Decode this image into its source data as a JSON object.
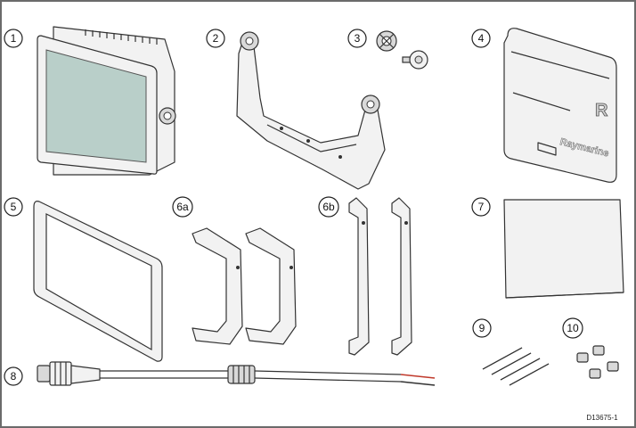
{
  "diagram": {
    "border_color": "#6b6b6b",
    "screen_color": "#b9cfc9",
    "wire_red": "#c0392b",
    "callouts": [
      "1",
      "2",
      "3",
      "4",
      "5",
      "6a",
      "6b",
      "7",
      "8",
      "9",
      "10"
    ],
    "cover_logo_letter": "R",
    "cover_brand_text": "Raymarine",
    "reference_code": "D13675-1"
  }
}
